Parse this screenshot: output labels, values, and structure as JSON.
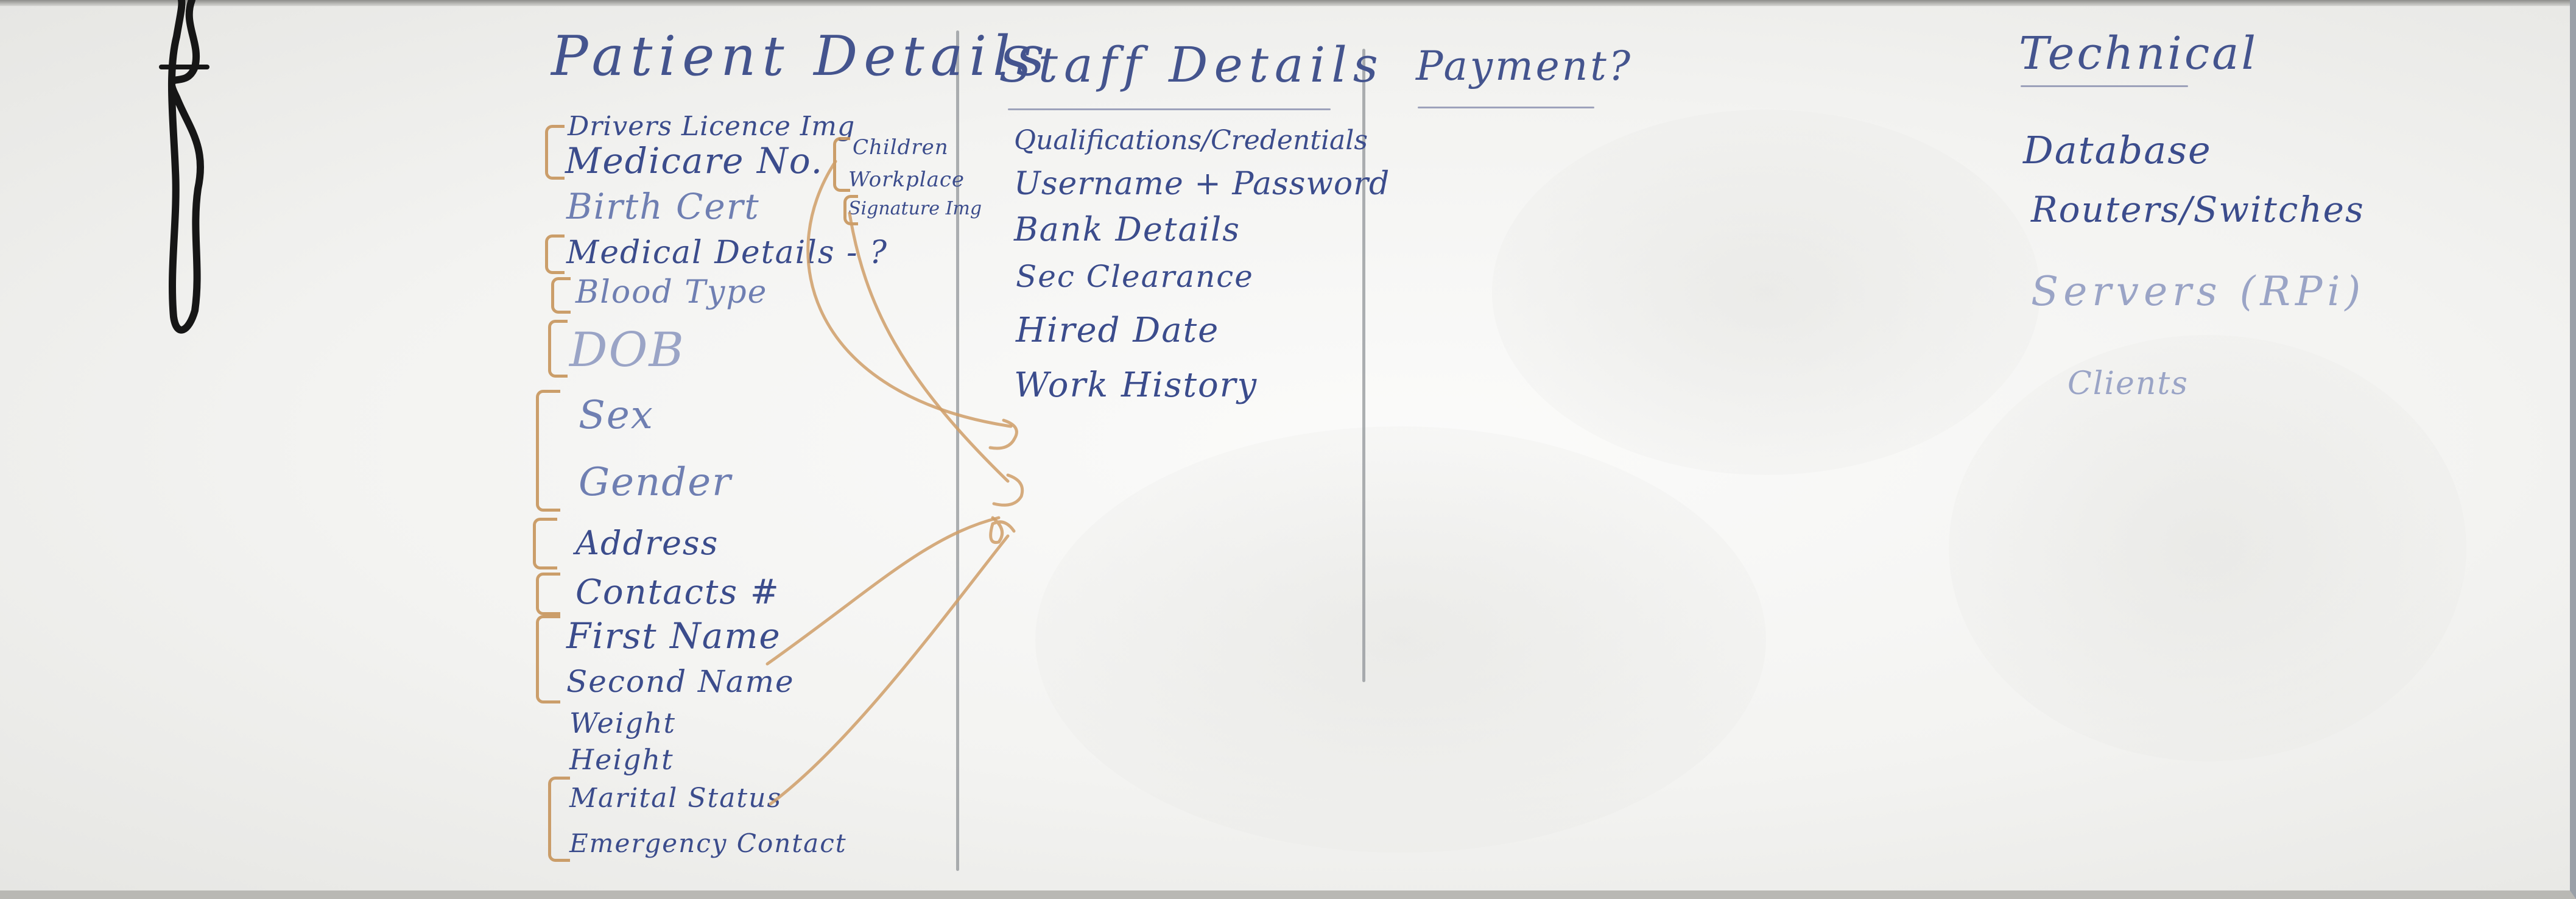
{
  "columns": [
    {
      "heading": "Patient Details"
    },
    {
      "heading": "Staff Details"
    },
    {
      "heading": "Payment?"
    },
    {
      "heading": "Technical"
    }
  ],
  "patient_fields": [
    "Drivers Licence Img",
    "Medicare No.",
    "Birth Cert",
    "Medical Details - ?",
    "Blood Type",
    "DOB",
    "Sex",
    "Gender",
    "Address",
    "Contacts #",
    "First Name",
    "Second Name",
    "Weight",
    "Height",
    "Marital Status",
    "Emergency Contact"
  ],
  "patient_side_notes": [
    "Children",
    "Workplace",
    "Signature Img"
  ],
  "staff_fields": [
    "Qualifications/Credentials",
    "Username + Password",
    "Bank Details",
    "Sec Clearance",
    "Hired Date",
    "Work History"
  ],
  "technical_items": [
    "Database",
    "Routers/Switches",
    "Servers (RPi)",
    "Clients"
  ],
  "colors": {
    "marker_blue": "#3b4c8c",
    "marker_orange": "#cf9e67",
    "board": "#f6f6f4"
  }
}
